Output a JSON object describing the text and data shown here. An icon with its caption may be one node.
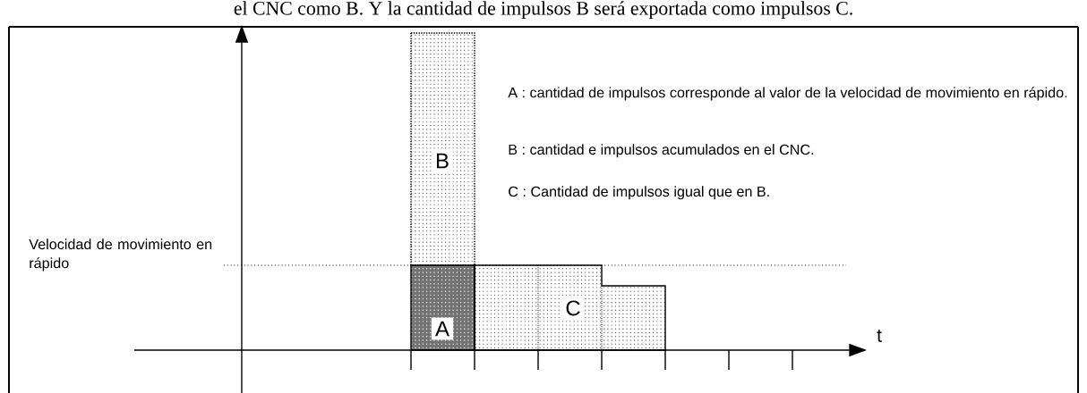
{
  "diagram": {
    "nodes": [
      {
        "text": [
          "B"
        ]
      },
      {
        "text": [
          "A"
        ]
      },
      {
        "text": [
          "C"
        ]
      }
    ],
    "labels": [
      "el CNC como B. Y la cantidad de impulsos B será exportada como impulsos C.",
      "A : cantidad de impulsos corresponde al valor de la velocidad de movimiento en rápido.",
      "B : cantidad e impulsos acumulados en el CNC.",
      "C : Cantidad de impulsos igual que en B.",
      "Velocidad de movimiento en rápido",
      "t"
    ]
  }
}
